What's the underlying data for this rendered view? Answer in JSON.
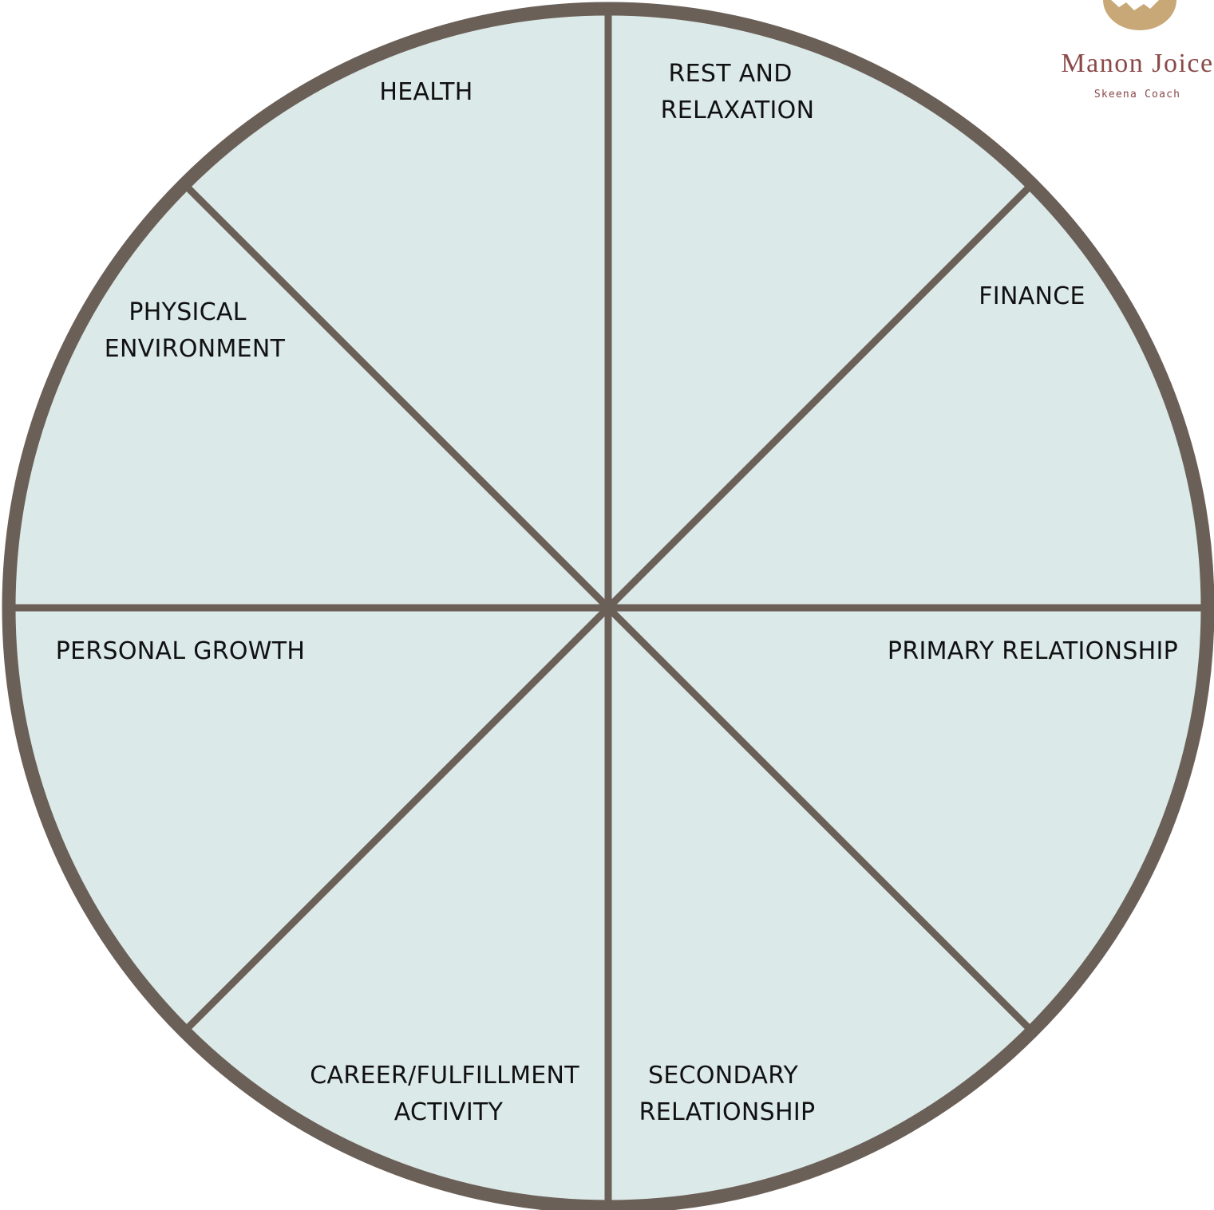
{
  "colors": {
    "segment_fill": "#dbe9e8",
    "divider": "#6b6058",
    "label_text": "#111111",
    "brand_gold": "#c8a876",
    "brand_text": "#8a4a4a"
  },
  "wheel": {
    "segments": [
      {
        "id": "health",
        "lines": [
          "HEALTH"
        ]
      },
      {
        "id": "rest",
        "lines": [
          "REST AND",
          "RELAXATION"
        ]
      },
      {
        "id": "finance",
        "lines": [
          "FINANCE"
        ]
      },
      {
        "id": "physical",
        "lines": [
          "PHYSICAL",
          "ENVIRONMENT"
        ]
      },
      {
        "id": "personal",
        "lines": [
          "PERSONAL GROWTH"
        ]
      },
      {
        "id": "primary",
        "lines": [
          "PRIMARY RELATIONSHIP"
        ]
      },
      {
        "id": "career",
        "lines": [
          "CAREER/FULFILLMENT",
          "ACTIVITY"
        ]
      },
      {
        "id": "secondary",
        "lines": [
          "SECONDARY",
          "RELATIONSHIP"
        ]
      }
    ]
  },
  "brand": {
    "icon": "mountain-logo-icon",
    "name": "Manon Joice",
    "tagline": "Skeena Coach"
  }
}
